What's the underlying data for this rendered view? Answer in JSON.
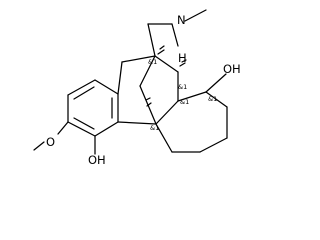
{
  "molecule": {
    "atom_labels": {
      "n": "N",
      "h": "H",
      "oh_right": "OH",
      "oh_bottom": "OH",
      "o_methoxy": "O"
    },
    "stereo_labels": {
      "c1": "&1",
      "c2": "&1",
      "c3": "&1",
      "c4": "&1",
      "c5": "&1"
    },
    "colors": {
      "bond": "#000000",
      "text": "#000000"
    }
  }
}
